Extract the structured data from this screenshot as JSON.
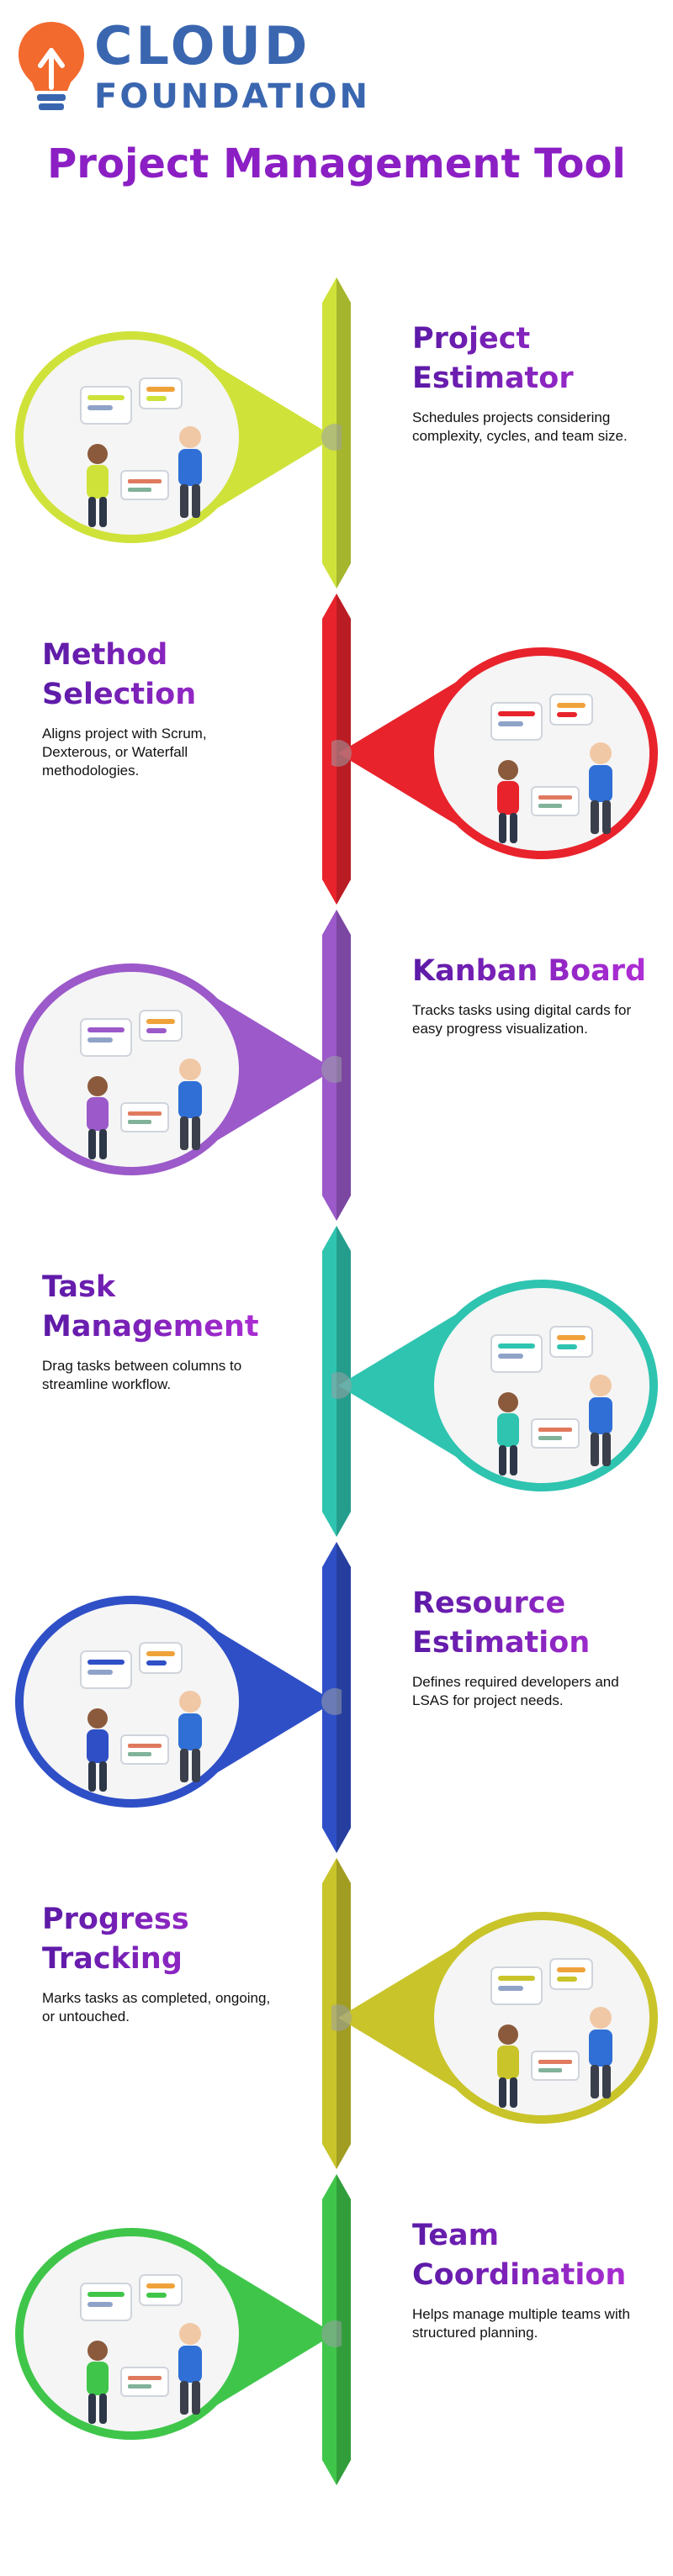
{
  "brand": {
    "line1": "CLOUD",
    "line2": "FOUNDATION",
    "colors": {
      "text": "#3a66b0",
      "bulb": "#f26a2e"
    }
  },
  "page_title": "Project Management Tool",
  "sections": [
    {
      "title": "Project Estimator",
      "desc": "Schedules projects considering complexity, cycles, and team size.",
      "color": "#cfe23a",
      "icon": "project-estimator-illustration"
    },
    {
      "title": "Method Selection",
      "desc": "Aligns project with Scrum, Dexterous, or Waterfall methodologies.",
      "color": "#e8232c",
      "icon": "method-selection-illustration"
    },
    {
      "title": "Kanban Board",
      "desc": "Tracks tasks using digital cards for easy progress visualization.",
      "color": "#9b59c9",
      "icon": "kanban-board-illustration"
    },
    {
      "title": "Task Management",
      "desc": "Drag tasks between columns to streamline workflow.",
      "color": "#2ec4b0",
      "icon": "task-management-illustration"
    },
    {
      "title": "Resource Estimation",
      "desc": "Defines required developers and LSAS for project needs.",
      "color": "#2f4fc7",
      "icon": "resource-estimation-illustration"
    },
    {
      "title": "Progress Tracking",
      "desc": "Marks tasks as completed, ongoing, or untouched.",
      "color": "#c9c42a",
      "icon": "progress-tracking-illustration"
    },
    {
      "title": "Team Coordination",
      "desc": "Helps manage multiple teams with structured planning.",
      "color": "#3fc64a",
      "icon": "team-coordination-illustration"
    }
  ]
}
